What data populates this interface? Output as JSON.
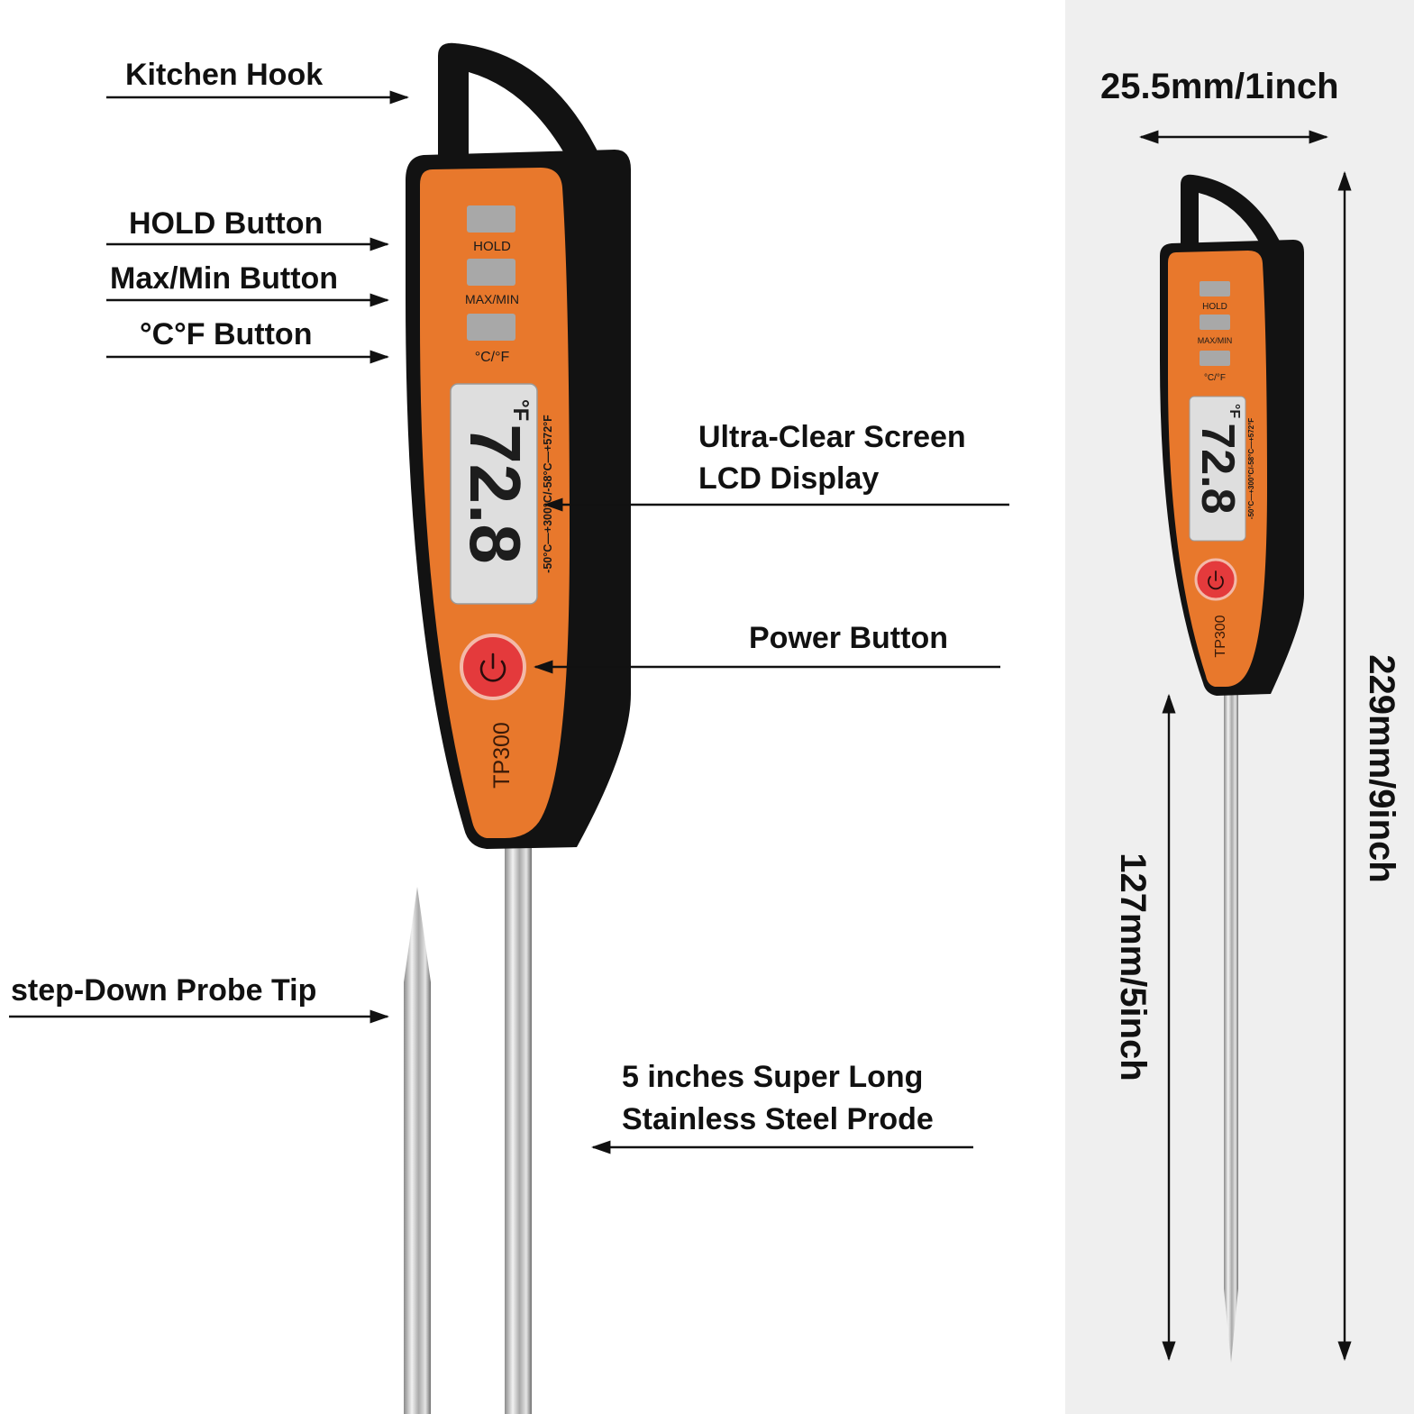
{
  "callouts": {
    "kitchen_hook": "Kitchen Hook",
    "hold_button": "HOLD Button",
    "max_min_button": "Max/Min Button",
    "unit_button": "°C°F Button",
    "lcd_line1": "Ultra-Clear Screen",
    "lcd_line2": "LCD Display",
    "power_button": "Power Button",
    "probe_tip": "step-Down Probe Tip",
    "probe_line1": "5 inches Super Long",
    "probe_line2": "Stainless Steel Prode"
  },
  "device": {
    "hold": "HOLD",
    "max_min": "MAX/MIN",
    "unit": "°C/°F",
    "model": "TP300",
    "range": "-50°C—+300°C/-58°C—+572°F",
    "reading": "72.8",
    "unit_symbol": "°F"
  },
  "dimensions": {
    "width": "25.5mm/1inch",
    "total_length": "229mm/9inch",
    "probe_length": "127mm/5inch"
  },
  "colors": {
    "orange": "#e8782c",
    "body": "#111111",
    "lcd": "#dedede",
    "power": "#e43a3c",
    "gray_panel": "#efefef"
  }
}
